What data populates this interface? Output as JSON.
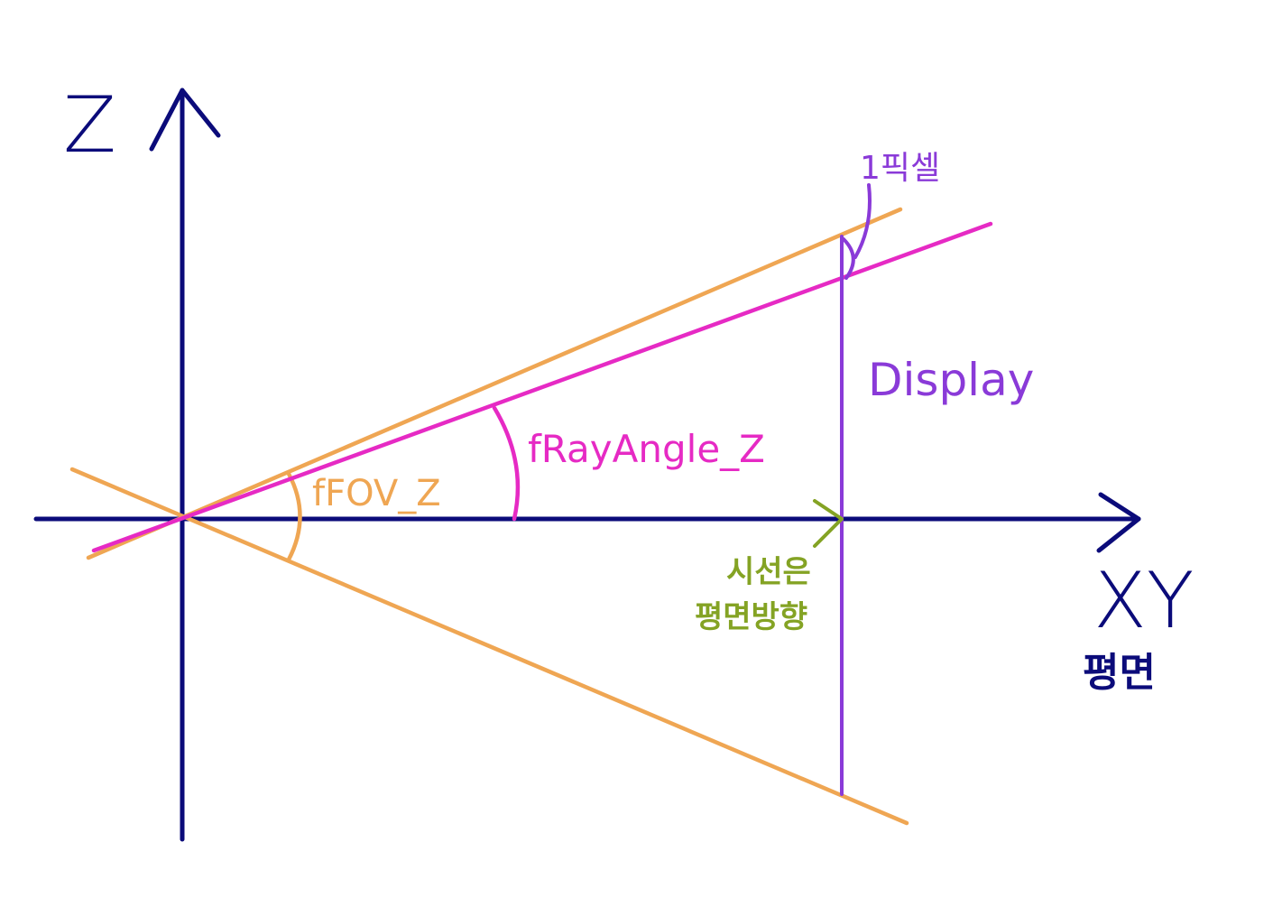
{
  "colors": {
    "axis": "#0b0b7a",
    "fov": "#efa653",
    "ray": "#e62ac4",
    "display": "#8a3ad8",
    "gaze": "#84a324"
  },
  "labels": {
    "z_axis": "Z",
    "xy_axis": "XY",
    "xy_plane": "평면",
    "fov_angle": "fFOV_Z",
    "ray_angle": "fRayAngle_Z",
    "display": "Display",
    "pixel": "1픽셀",
    "gaze_line1": "시선은",
    "gaze_line2": "평면방향"
  }
}
